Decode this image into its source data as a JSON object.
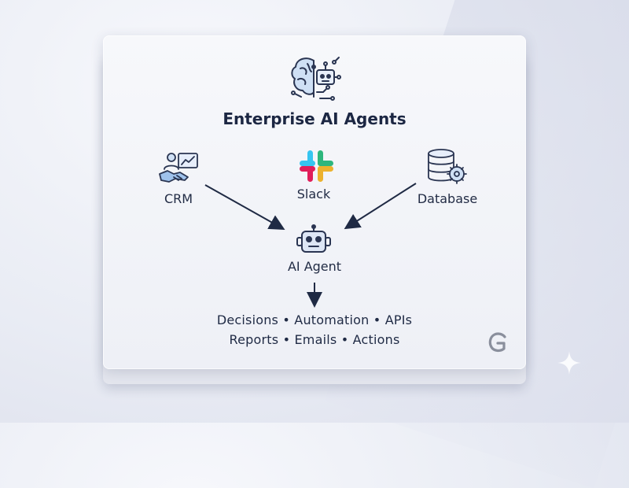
{
  "diagram": {
    "title": "Enterprise AI Agents",
    "sources": [
      {
        "label": "CRM",
        "icon": "handshake-chart-icon"
      },
      {
        "label": "Slack",
        "icon": "slack-logo-icon"
      },
      {
        "label": "Database",
        "icon": "database-gear-icon"
      }
    ],
    "agent": {
      "label": "AI Agent",
      "icon": "robot-icon"
    },
    "outputs_line1": "Decisions • Automation • APIs",
    "outputs_line2": "Reports • Emails • Actions"
  },
  "colors": {
    "ink": "#1f2a44",
    "slack_blue": "#36C5F0",
    "slack_green": "#2EB67D",
    "slack_yellow": "#ECB22E",
    "slack_red": "#E01E5A"
  }
}
